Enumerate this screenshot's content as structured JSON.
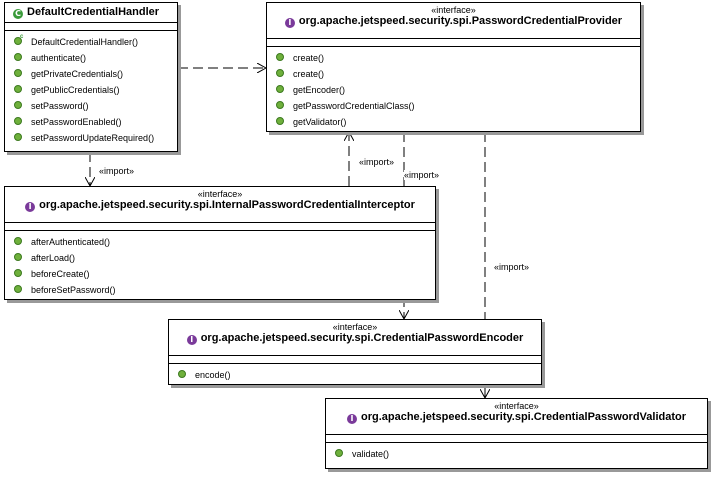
{
  "classes": [
    {
      "id": "default-handler",
      "stereotype": "",
      "name": "DefaultCredentialHandler",
      "kind": "class",
      "methods": [
        {
          "label": "DefaultCredentialHandler()",
          "constructor": true
        },
        {
          "label": "authenticate()"
        },
        {
          "label": "getPrivateCredentials()"
        },
        {
          "label": "getPublicCredentials()"
        },
        {
          "label": "setPassword()"
        },
        {
          "label": "setPasswordEnabled()"
        },
        {
          "label": "setPasswordUpdateRequired()"
        }
      ]
    },
    {
      "id": "password-credential-provider",
      "stereotype": "«interface»",
      "name": "org.apache.jetspeed.security.spi.PasswordCredentialProvider",
      "kind": "interface",
      "methods": [
        {
          "label": "create()"
        },
        {
          "label": "create()"
        },
        {
          "label": "getEncoder()"
        },
        {
          "label": "getPasswordCredentialClass()"
        },
        {
          "label": "getValidator()"
        }
      ]
    },
    {
      "id": "internal-interceptor",
      "stereotype": "«interface»",
      "name": "org.apache.jetspeed.security.spi.InternalPasswordCredentialInterceptor",
      "kind": "interface",
      "methods": [
        {
          "label": "afterAuthenticated()"
        },
        {
          "label": "afterLoad()"
        },
        {
          "label": "beforeCreate()"
        },
        {
          "label": "beforeSetPassword()"
        }
      ]
    },
    {
      "id": "password-encoder",
      "stereotype": "«interface»",
      "name": "org.apache.jetspeed.security.spi.CredentialPasswordEncoder",
      "kind": "interface",
      "methods": [
        {
          "label": "encode()"
        }
      ]
    },
    {
      "id": "password-validator",
      "stereotype": "«interface»",
      "name": "org.apache.jetspeed.security.spi.CredentialPasswordValidator",
      "kind": "interface",
      "methods": [
        {
          "label": "validate()"
        }
      ]
    }
  ],
  "edges": [
    {
      "id": "handler-to-provider",
      "label": ""
    },
    {
      "id": "handler-to-interceptor",
      "label": "«import»"
    },
    {
      "id": "interceptor-to-provider",
      "label": "«import»"
    },
    {
      "id": "provider-to-encoder",
      "label": "«import»"
    },
    {
      "id": "provider-to-validator",
      "label": "«import»"
    }
  ],
  "icons": {
    "class_letter": "C",
    "interface_letter": "I",
    "constructor_mark": "c"
  },
  "colors": {
    "class_icon": "#3a9a3a",
    "interface_icon": "#7a3a9a",
    "method_dot": "#6fb03c"
  }
}
